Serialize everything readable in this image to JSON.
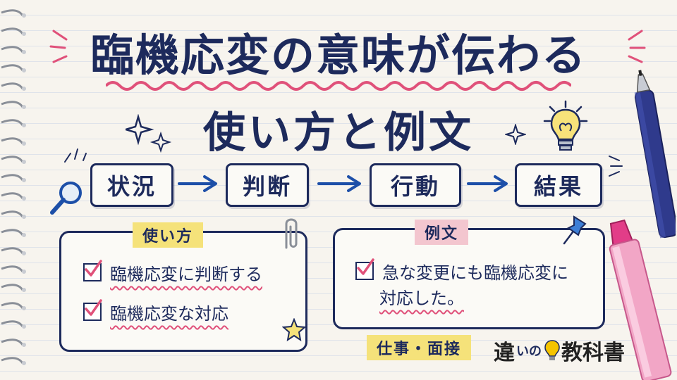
{
  "title": {
    "line1": "臨機応変の意味が伝わる",
    "line2": "使い方と例文"
  },
  "flow": {
    "steps": [
      "状況",
      "判断",
      "行動",
      "結果"
    ]
  },
  "usage_card": {
    "label": "使い方",
    "items": [
      "臨機応変に判断する",
      "臨機応変な対応"
    ]
  },
  "example_card": {
    "label": "例文",
    "line1": "急な変更にも臨機応変に",
    "line2": "対応した。",
    "footer": "仕事・面接"
  },
  "logo": {
    "part1": "違",
    "part2": "いの",
    "part3": "教科書"
  },
  "colors": {
    "ink": "#1d2a5c",
    "accent_pink": "#e0517a",
    "highlight_yellow": "#f5e27a",
    "highlight_pink": "#f3c6cf"
  },
  "icons": [
    "magnifier-icon",
    "lightbulb-icon",
    "paperclip-icon",
    "pushpin-icon",
    "star-icon",
    "pen-icon",
    "highlighter-icon",
    "sparkle-icon"
  ]
}
